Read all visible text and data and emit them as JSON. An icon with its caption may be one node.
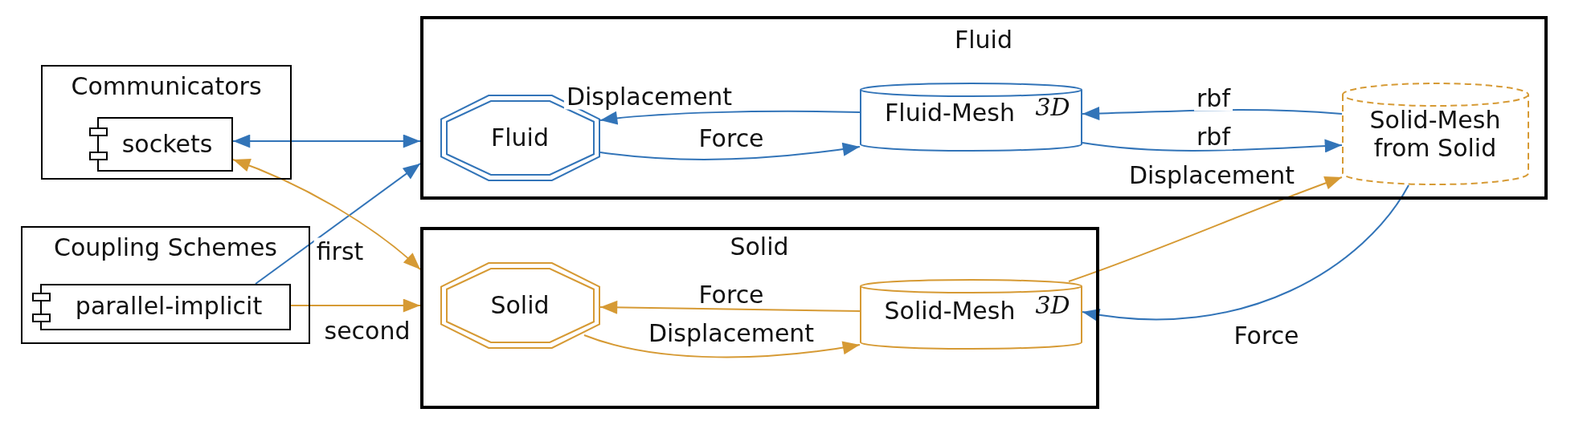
{
  "diagram": {
    "nodes": [
      {
        "text": [
          "Communicators"
        ]
      },
      {
        "text": [
          "sockets"
        ],
        "in": 0
      },
      {
        "text": [
          "Coupling Schemes"
        ]
      },
      {
        "text": [
          "parallel-implicit"
        ],
        "in": 2
      },
      {
        "text": [
          "Fluid"
        ]
      },
      {
        "text": [
          "Fluid"
        ],
        "in": 4
      },
      {
        "text": [
          "Fluid-Mesh",
          "3D"
        ],
        "in": 4
      },
      {
        "text": [
          "Solid-Mesh from Solid"
        ],
        "in": 4
      },
      {
        "text": [
          "Solid"
        ]
      },
      {
        "text": [
          "Solid"
        ],
        "in": 8
      },
      {
        "text": [
          "Solid-Mesh",
          "3D"
        ],
        "in": 8
      }
    ],
    "edges": [
      {
        "from": 1,
        "to": 4,
        "arrow": "both"
      },
      {
        "from": 3,
        "to": 4,
        "arrow": "to",
        "label": "first"
      },
      {
        "from": 1,
        "to": 8,
        "arrow": "both",
        "color": "#d69a34"
      },
      {
        "from": 3,
        "to": 8,
        "arrow": "to",
        "label": "second",
        "color": "#d69a34"
      },
      {
        "from": 6,
        "to": 5,
        "arrow": "to",
        "label": "Displacement"
      },
      {
        "from": 5,
        "to": 6,
        "arrow": "to",
        "label": "Force"
      },
      {
        "from": 7,
        "to": 6,
        "arrow": "to",
        "label": "rbf"
      },
      {
        "from": 6,
        "to": 7,
        "arrow": "to",
        "label": "rbf"
      },
      {
        "from": 10,
        "to": 7,
        "arrow": "to",
        "label": "Displacement",
        "color": "#d69a34"
      },
      {
        "from": 7,
        "to": 10,
        "arrow": "to",
        "label": "Force"
      },
      {
        "from": 10,
        "to": 9,
        "arrow": "to",
        "label": "Force",
        "color": "#d69a34"
      },
      {
        "from": 9,
        "to": 10,
        "arrow": "to",
        "label": "Displacement",
        "color": "#d69a34"
      }
    ]
  }
}
